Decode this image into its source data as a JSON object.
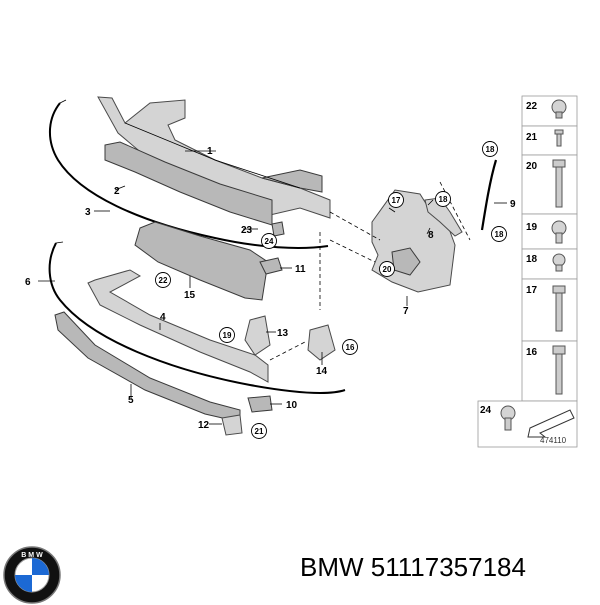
{
  "part_numbers": [
    "1",
    "2",
    "3",
    "4",
    "5",
    "6",
    "7",
    "8",
    "9",
    "10",
    "11",
    "12",
    "14",
    "15",
    "23",
    "13",
    "16",
    "17",
    "18",
    "19",
    "20",
    "21",
    "22",
    "24"
  ],
  "callouts": [
    "16",
    "17",
    "18",
    "19",
    "20",
    "21",
    "22",
    "24"
  ],
  "legend_items": [
    "22",
    "21",
    "20",
    "19",
    "18",
    "17",
    "16",
    "24"
  ],
  "diagram_number": "474110",
  "footer": {
    "brand": "BMW",
    "part_number": "51117357184"
  },
  "logo": {
    "name": "bmw-roundel",
    "text": "B M W"
  },
  "colors": {
    "part_fill": "#d4d4d4",
    "line": "#000000",
    "panel_border": "#9a9a9a"
  }
}
